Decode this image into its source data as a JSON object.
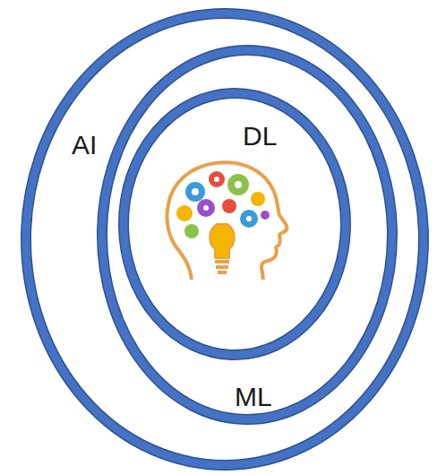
{
  "diagram": {
    "nodes": [
      {
        "text": [
          "AI"
        ]
      },
      {
        "text": [
          "ML"
        ],
        "in": 0
      },
      {
        "text": [
          "DL"
        ],
        "in": 1
      }
    ]
  }
}
